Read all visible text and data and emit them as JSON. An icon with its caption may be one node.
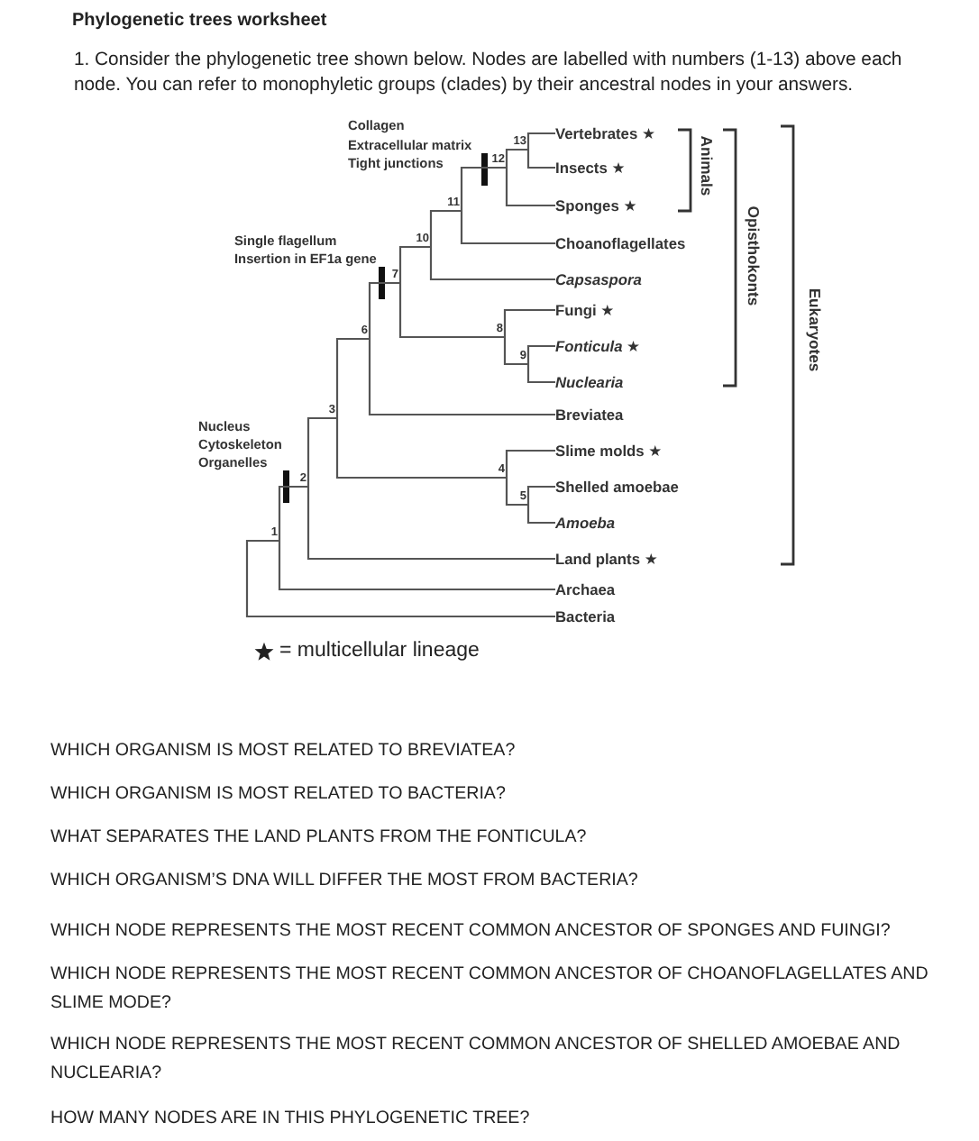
{
  "diagram": {
    "title": "Phylogenetic trees worksheet",
    "nodes": [
      {
        "text": [
          "1"
        ]
      },
      {
        "text": [
          "2"
        ]
      },
      {
        "text": [
          "3"
        ]
      },
      {
        "text": [
          "4"
        ]
      },
      {
        "text": [
          "5"
        ]
      },
      {
        "text": [
          "6"
        ]
      },
      {
        "text": [
          "7"
        ]
      },
      {
        "text": [
          "8"
        ]
      },
      {
        "text": [
          "9"
        ]
      },
      {
        "text": [
          "10"
        ]
      },
      {
        "text": [
          "11"
        ]
      },
      {
        "text": [
          "12"
        ]
      },
      {
        "text": [
          "13"
        ]
      },
      {
        "text": [
          "Vertebrates ★"
        ]
      },
      {
        "text": [
          "Insects ★"
        ]
      },
      {
        "text": [
          "Sponges ★"
        ]
      },
      {
        "text": [
          "Choanoflagellates"
        ]
      },
      {
        "text": [
          "Capsaspora"
        ]
      },
      {
        "text": [
          "Fungi ★"
        ]
      },
      {
        "text": [
          "Fonticula ★"
        ]
      },
      {
        "text": [
          "Nuclearia"
        ]
      },
      {
        "text": [
          "Breviatea"
        ]
      },
      {
        "text": [
          "Slime molds ★"
        ]
      },
      {
        "text": [
          "Shelled amoebae"
        ]
      },
      {
        "text": [
          "Amoeba"
        ]
      },
      {
        "text": [
          "Land plants ★"
        ]
      },
      {
        "text": [
          "Archaea"
        ]
      },
      {
        "text": [
          "Bacteria"
        ]
      }
    ],
    "edges": [
      {
        "from": 0,
        "to": 1,
        "arrow": "none"
      },
      {
        "from": 0,
        "to": 26,
        "arrow": "none"
      },
      {
        "from": 1,
        "to": 2,
        "arrow": "none"
      },
      {
        "from": 1,
        "to": 25,
        "arrow": "none"
      },
      {
        "from": 2,
        "to": 5,
        "arrow": "none"
      },
      {
        "from": 2,
        "to": 3,
        "arrow": "none"
      },
      {
        "from": 3,
        "to": 22,
        "arrow": "none"
      },
      {
        "from": 3,
        "to": 4,
        "arrow": "none"
      },
      {
        "from": 4,
        "to": 23,
        "arrow": "none"
      },
      {
        "from": 4,
        "to": 24,
        "arrow": "none"
      },
      {
        "from": 5,
        "to": 6,
        "arrow": "none"
      },
      {
        "from": 5,
        "to": 21,
        "arrow": "none"
      },
      {
        "from": 6,
        "to": 9,
        "arrow": "none"
      },
      {
        "from": 6,
        "to": 7,
        "arrow": "none"
      },
      {
        "from": 7,
        "to": 18,
        "arrow": "none"
      },
      {
        "from": 7,
        "to": 8,
        "arrow": "none"
      },
      {
        "from": 8,
        "to": 19,
        "arrow": "none"
      },
      {
        "from": 8,
        "to": 20,
        "arrow": "none"
      },
      {
        "from": 9,
        "to": 10,
        "arrow": "none"
      },
      {
        "from": 9,
        "to": 17,
        "arrow": "none"
      },
      {
        "from": 10,
        "to": 11,
        "arrow": "none"
      },
      {
        "from": 10,
        "to": 16,
        "arrow": "none"
      },
      {
        "from": 11,
        "to": 12,
        "arrow": "none"
      },
      {
        "from": 11,
        "to": 15,
        "arrow": "none"
      },
      {
        "from": 12,
        "to": 13,
        "arrow": "none"
      },
      {
        "from": 12,
        "to": 14,
        "arrow": "none"
      },
      {
        "from": 0,
        "to": 27,
        "arrow": "none"
      }
    ],
    "labels": [
      "1. Consider the phylogenetic tree shown below. Nodes are labelled with numbers (1-13) above each node. You can refer to monophyletic groups (clades) by their ancestral nodes in your answers.",
      "Collagen",
      "Extracellular matrix",
      "Tight junctions",
      "Single flagellum",
      "Insertion in EF1a gene",
      "Nucleus",
      "Cytoskeleton",
      "Organelles",
      "Animals",
      "Opisthokonts",
      "Eukaryotes",
      "WHICH ORGANISM IS MOST RELATED TO BREVIATEA?",
      "WHICH ORGANISM IS MOST RELATED TO BACTERIA?",
      "WHAT SEPARATES THE LAND PLANTS FROM THE FONTICULA?",
      "WHICH ORGANISM’S DNA WILL DIFFER THE MOST FROM BACTERIA?",
      "WHICH NODE REPRESENTS THE MOST RECENT COMMON ANCESTOR OF SPONGES AND FUINGI?",
      "WHICH NODE REPRESENTS THE MOST RECENT COMMON ANCESTOR OF CHOANOFLAGELLATES AND SLIME MODE?",
      "WHICH NODE REPRESENTS THE MOST RECENT COMMON ANCESTOR OF SHELLED AMOEBAE AND NUCLEARIA?",
      "HOW MANY NODES ARE IN THIS PHYLOGENETIC TREE?"
    ],
    "legend": [
      {
        "text": "= multicellular lineage"
      }
    ]
  }
}
